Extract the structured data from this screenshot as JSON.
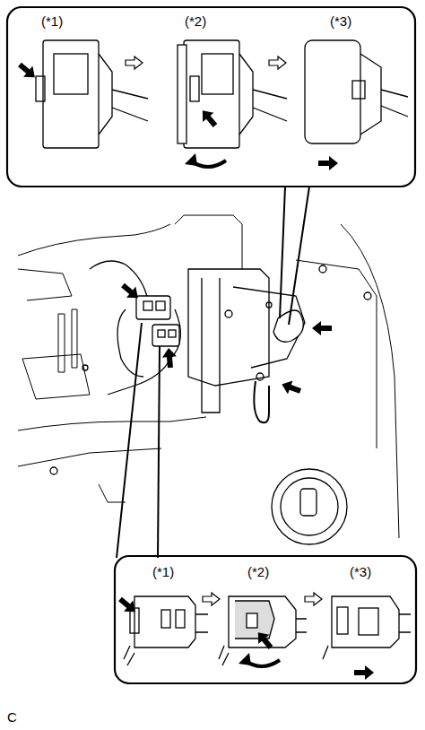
{
  "diagram": {
    "labels": [
      "(*1)",
      "(*2)",
      "(*3)",
      "(*1)",
      "(*2)",
      "(*3)",
      "C"
    ]
  }
}
